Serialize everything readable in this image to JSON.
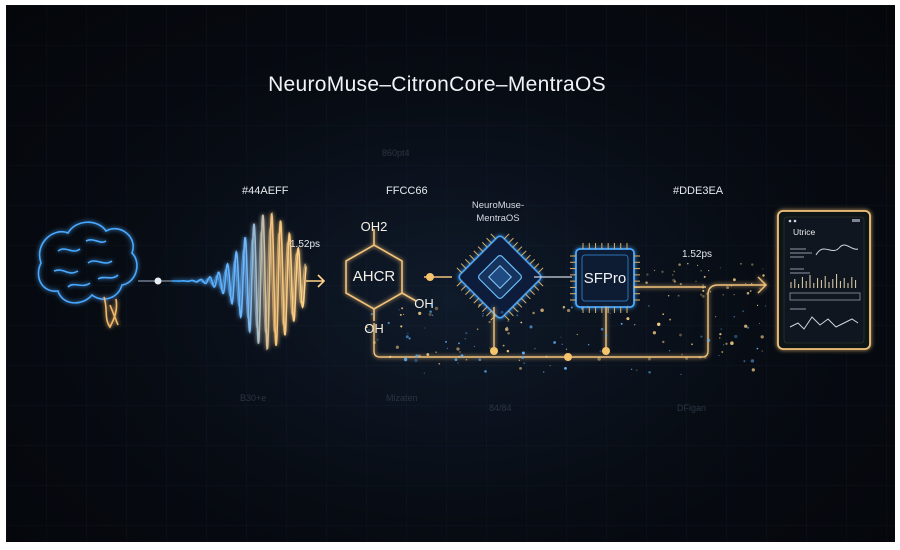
{
  "title": "NeuroMuse–CitronCore–MentraOS",
  "faint_top": "860pt4",
  "labels": {
    "wave_color": "#44AEFF",
    "molecule_color": "FFCC66",
    "chip_name": "NeuroMuse-\nMentraOS",
    "right_color": "#DDE3EA",
    "wave_time": "1.52ps",
    "chip_time": "1.52ps"
  },
  "molecule": {
    "top_group": "OH2",
    "ring_label": "AHCR",
    "right_group": "OH",
    "bottom_group": "OH"
  },
  "chip2_label": "SFPro",
  "faint_bottom": [
    "B30+e",
    "Mizaten",
    "84/84",
    "DFigan"
  ],
  "tablet": {
    "title": "Utrice"
  },
  "colors": {
    "blue": "#44AEFF",
    "gold": "#FFCC66",
    "light": "#DDE3EA"
  }
}
